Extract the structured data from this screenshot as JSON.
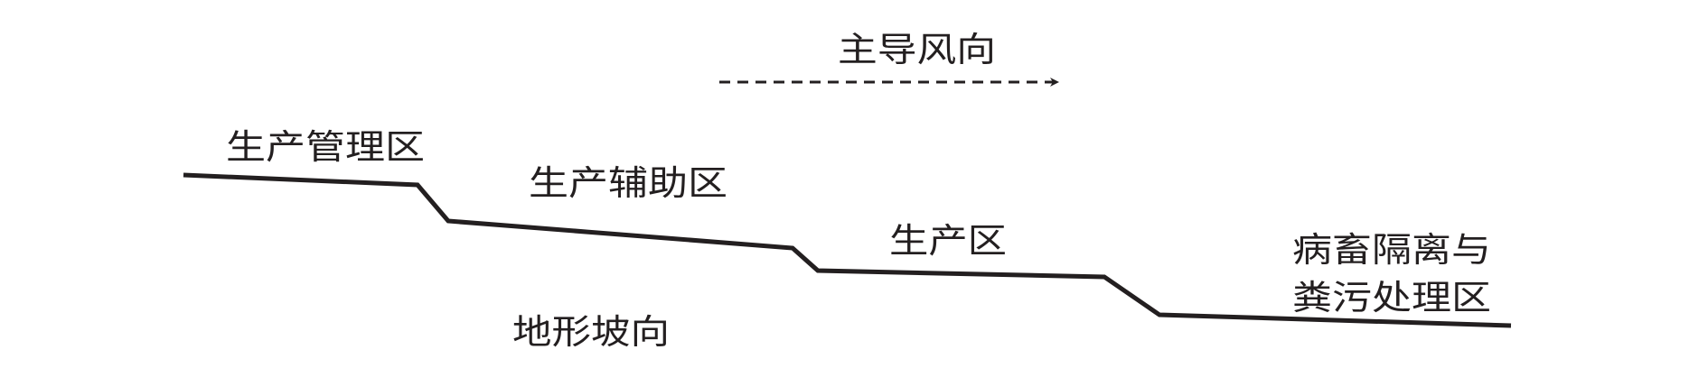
{
  "wind": {
    "label": "主导风向"
  },
  "slope": {
    "label": "地形坡向"
  },
  "zones": [
    {
      "label": "生产管理区"
    },
    {
      "label": "生产辅助区"
    },
    {
      "label": "生产区"
    },
    {
      "label": "病畜隔离与",
      "label2": "粪污处理区"
    }
  ],
  "colors": {
    "ink": "#231f20",
    "background": "#ffffff"
  }
}
